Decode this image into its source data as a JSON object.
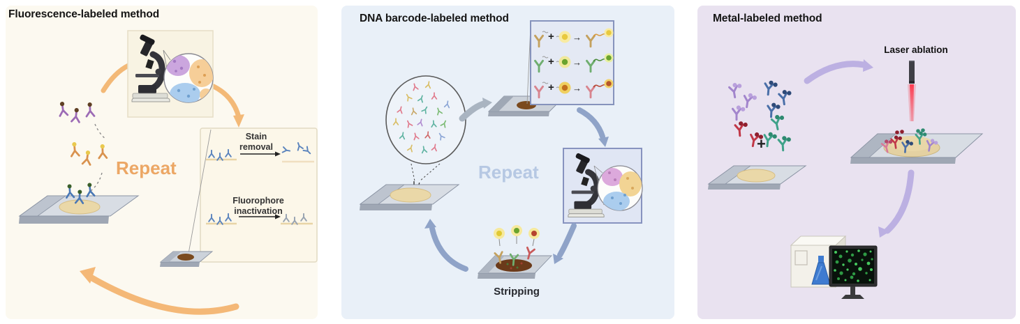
{
  "figure_type": "scientific-diagram",
  "panels": [
    {
      "id": "fluorescence-labeled",
      "title": "Fluorescence-labeled method",
      "cycle_label": "Repeat",
      "stain_removal_label": "Stain removal",
      "fluorophore_inactivation_label": "Fluorophore inactivation",
      "background": "#FCF9F0",
      "accent": "#F2B46F",
      "cycle_label_color": "#ECA765"
    },
    {
      "id": "dna-barcode-labeled",
      "title": "DNA barcode-labeled method",
      "cycle_label": "Repeat",
      "stripping_label": "Stripping",
      "plus": "+",
      "arrow": "→",
      "background": "#E9F0F8",
      "accent": "#8FA3C8",
      "cycle_label_color": "#B6C8E3"
    },
    {
      "id": "metal-labeled",
      "title": "Metal-labeled method",
      "laser_label": "Laser ablation",
      "plus": "+",
      "background": "#E9E2F0",
      "accent": "#BCB0E2"
    }
  ]
}
